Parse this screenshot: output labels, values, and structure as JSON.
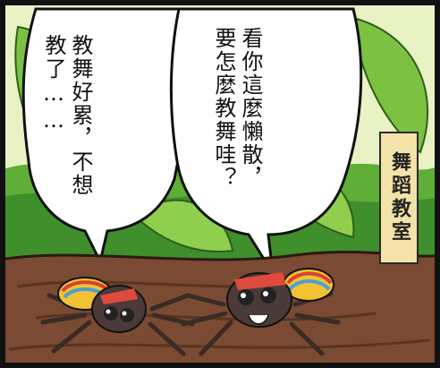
{
  "bubbles": {
    "left": {
      "text": "教舞好累，不想教了……"
    },
    "right": {
      "text": "看你這麼懶散，要怎麼教舞哇？"
    }
  },
  "sign": {
    "text": "舞蹈教室"
  },
  "colors": {
    "sky": "#e9f2c4",
    "jungle": "#6fb33a",
    "leaf_dark": "#3e8a2a",
    "log": "#7a4a32",
    "sign": "#f3e3a8"
  }
}
